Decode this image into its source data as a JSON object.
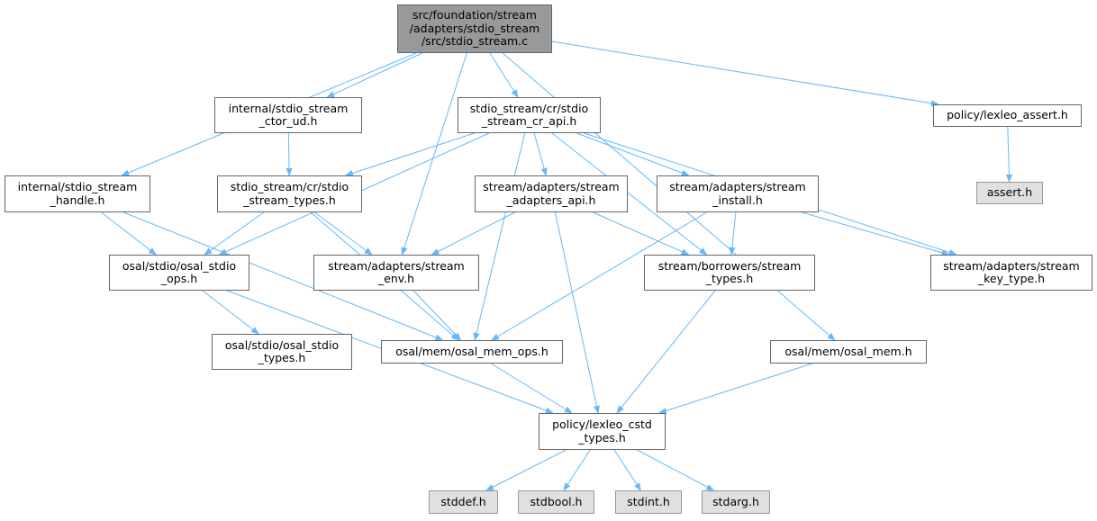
{
  "title": "src/foundation/stream/adapters/stdio_stream/src/stdio_stream.c include dependency graph",
  "colors": {
    "edge": "#63b8ff",
    "root_fill": "#999999",
    "external_fill": "#e0e0e0",
    "border": "#666666"
  },
  "nodes": [
    {
      "id": "root",
      "kind": "root",
      "lines": [
        "src/foundation/stream",
        "/adapters/stdio_stream",
        "/src/stdio_stream.c"
      ]
    },
    {
      "id": "ctor_ud",
      "kind": "normal",
      "lines": [
        "internal/stdio_stream",
        "_ctor_ud.h"
      ]
    },
    {
      "id": "cr_api",
      "kind": "normal",
      "lines": [
        "stdio_stream/cr/stdio",
        "_stream_cr_api.h"
      ]
    },
    {
      "id": "lexleo_assert",
      "kind": "normal",
      "lines": [
        "policy/lexleo_assert.h"
      ]
    },
    {
      "id": "assert",
      "kind": "ext",
      "lines": [
        "assert.h"
      ]
    },
    {
      "id": "handle",
      "kind": "normal",
      "lines": [
        "internal/stdio_stream",
        "_handle.h"
      ]
    },
    {
      "id": "stdio_types",
      "kind": "normal",
      "lines": [
        "stdio_stream/cr/stdio",
        "_stream_types.h"
      ]
    },
    {
      "id": "adapters_api",
      "kind": "normal",
      "lines": [
        "stream/adapters/stream",
        "_adapters_api.h"
      ]
    },
    {
      "id": "install",
      "kind": "normal",
      "lines": [
        "stream/adapters/stream",
        "_install.h"
      ]
    },
    {
      "id": "osal_stdio_ops",
      "kind": "normal",
      "lines": [
        "osal/stdio/osal_stdio",
        "_ops.h"
      ]
    },
    {
      "id": "stream_env",
      "kind": "normal",
      "lines": [
        "stream/adapters/stream",
        "_env.h"
      ]
    },
    {
      "id": "borrowers_types",
      "kind": "normal",
      "lines": [
        "stream/borrowers/stream",
        "_types.h"
      ]
    },
    {
      "id": "key_type",
      "kind": "normal",
      "lines": [
        "stream/adapters/stream",
        "_key_type.h"
      ]
    },
    {
      "id": "osal_stdio_types",
      "kind": "normal",
      "lines": [
        "osal/stdio/osal_stdio",
        "_types.h"
      ]
    },
    {
      "id": "osal_mem_ops",
      "kind": "normal",
      "lines": [
        "osal/mem/osal_mem_ops.h"
      ]
    },
    {
      "id": "osal_mem",
      "kind": "normal",
      "lines": [
        "osal/mem/osal_mem.h"
      ]
    },
    {
      "id": "cstd_types",
      "kind": "normal",
      "lines": [
        "policy/lexleo_cstd",
        "_types.h"
      ]
    },
    {
      "id": "stddef",
      "kind": "ext",
      "lines": [
        "stddef.h"
      ]
    },
    {
      "id": "stdbool",
      "kind": "ext",
      "lines": [
        "stdbool.h"
      ]
    },
    {
      "id": "stdint",
      "kind": "ext",
      "lines": [
        "stdint.h"
      ]
    },
    {
      "id": "stdarg",
      "kind": "ext",
      "lines": [
        "stdarg.h"
      ]
    }
  ],
  "edges": [
    [
      "root",
      "ctor_ud"
    ],
    [
      "root",
      "cr_api"
    ],
    [
      "root",
      "lexleo_assert"
    ],
    [
      "root",
      "handle"
    ],
    [
      "root",
      "stream_env"
    ],
    [
      "root",
      "osal_mem"
    ],
    [
      "ctor_ud",
      "stdio_types"
    ],
    [
      "cr_api",
      "stdio_types"
    ],
    [
      "cr_api",
      "osal_stdio_ops"
    ],
    [
      "cr_api",
      "adapters_api"
    ],
    [
      "cr_api",
      "install"
    ],
    [
      "cr_api",
      "osal_mem_ops"
    ],
    [
      "cr_api",
      "borrowers_types"
    ],
    [
      "cr_api",
      "key_type"
    ],
    [
      "lexleo_assert",
      "assert"
    ],
    [
      "handle",
      "osal_stdio_ops"
    ],
    [
      "handle",
      "osal_mem_ops"
    ],
    [
      "stdio_types",
      "osal_stdio_ops"
    ],
    [
      "stdio_types",
      "stream_env"
    ],
    [
      "stdio_types",
      "osal_mem_ops"
    ],
    [
      "adapters_api",
      "stream_env"
    ],
    [
      "adapters_api",
      "borrowers_types"
    ],
    [
      "adapters_api",
      "cstd_types"
    ],
    [
      "install",
      "osal_mem_ops"
    ],
    [
      "install",
      "borrowers_types"
    ],
    [
      "install",
      "key_type"
    ],
    [
      "osal_stdio_ops",
      "osal_stdio_types"
    ],
    [
      "osal_stdio_ops",
      "cstd_types"
    ],
    [
      "stream_env",
      "osal_mem_ops"
    ],
    [
      "borrowers_types",
      "cstd_types"
    ],
    [
      "osal_mem_ops",
      "cstd_types"
    ],
    [
      "osal_mem",
      "cstd_types"
    ],
    [
      "cstd_types",
      "stddef"
    ],
    [
      "cstd_types",
      "stdbool"
    ],
    [
      "cstd_types",
      "stdint"
    ],
    [
      "cstd_types",
      "stdarg"
    ]
  ]
}
